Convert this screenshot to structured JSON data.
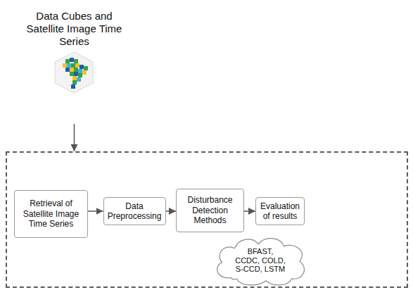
{
  "diagram": {
    "nodes": [
      {
        "text": [
          "Data Cubes and Satellite Image Time Series"
        ]
      },
      {
        "text": []
      },
      {
        "text": [
          "Retrieval of Satellite Image Time Series"
        ],
        "in": 1
      },
      {
        "text": [
          "Data Preprocessing"
        ],
        "in": 1
      },
      {
        "text": [
          "Disturbance Detection Methods"
        ],
        "in": 1
      },
      {
        "text": [
          "Evaluation of results"
        ],
        "in": 1
      },
      {
        "text": [
          "BFAST, CCDC, COLD, S-CCD, LSTM"
        ],
        "in": 1
      }
    ],
    "edges": [
      {
        "from": 0,
        "to": 1,
        "arrow": "to"
      },
      {
        "from": 2,
        "to": 3,
        "arrow": "to"
      },
      {
        "from": 3,
        "to": 4,
        "arrow": "to"
      },
      {
        "from": 4,
        "to": 5,
        "arrow": "to"
      }
    ]
  }
}
